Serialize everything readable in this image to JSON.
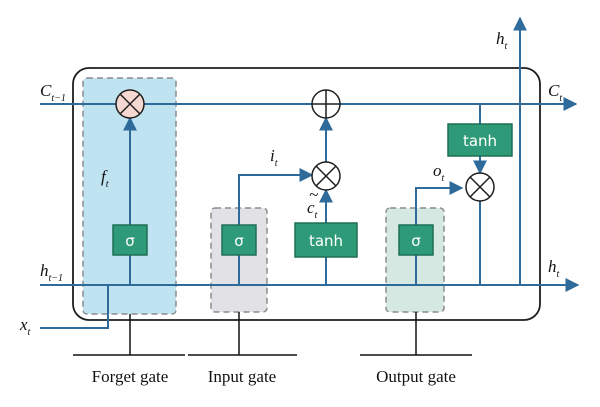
{
  "diagram": {
    "inputs": {
      "c_prev": {
        "base": "C",
        "sub": "t−1"
      },
      "h_prev": {
        "base": "h",
        "sub": "t−1"
      },
      "x": {
        "base": "x",
        "sub": "t"
      }
    },
    "outputs": {
      "c_next": {
        "base": "C",
        "sub": "t"
      },
      "h_next": {
        "base": "h",
        "sub": "t"
      },
      "h_top": {
        "base": "h",
        "sub": "t"
      }
    },
    "signals": {
      "f": {
        "base": "f",
        "sub": "t"
      },
      "i": {
        "base": "i",
        "sub": "t"
      },
      "c_tilde": {
        "base": "c",
        "accent": "~",
        "sub": "t"
      },
      "o": {
        "base": "o",
        "sub": "t"
      }
    },
    "ops": {
      "sigma_forget": "σ",
      "sigma_input": "σ",
      "tanh_candidate": "tanh",
      "sigma_output": "σ",
      "tanh_cell": "tanh"
    },
    "gates": {
      "forget": "Forget gate",
      "input": "Input gate",
      "output": "Output gate"
    },
    "colors": {
      "line": "#2f6b9a",
      "op_fill": "#2f9a77",
      "op_stroke": "#1f6f55",
      "forget_fill": "#bfe3f0",
      "input_fill": "#e2e2e6",
      "output_fill": "#d6e8e2",
      "forget_mul_fill": "#f6d8d2"
    }
  }
}
